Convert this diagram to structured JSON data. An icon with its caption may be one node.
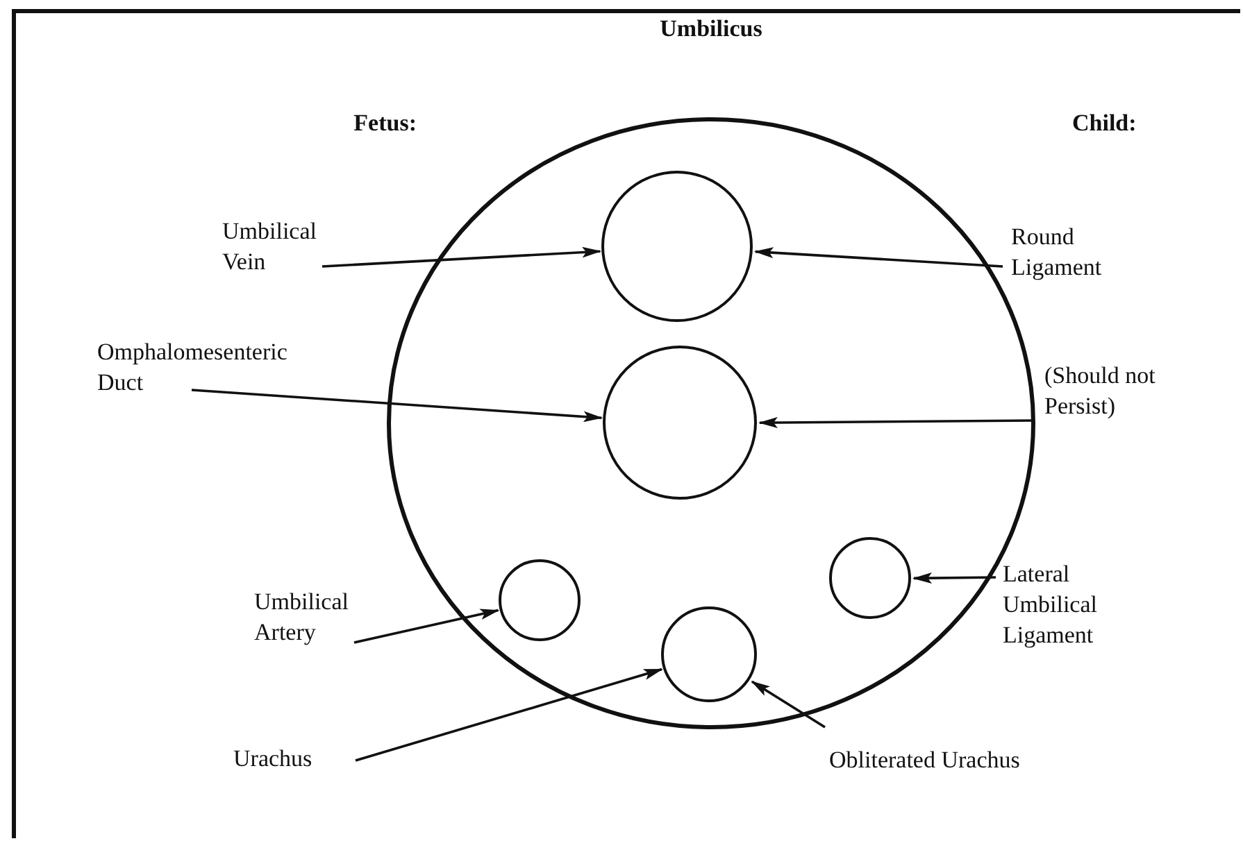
{
  "diagram": {
    "nodes": [
      {
        "text": [
          "Umbilicus"
        ]
      },
      {
        "text": [],
        "shape": "circle",
        "in": 0
      },
      {
        "text": [],
        "shape": "circle",
        "in": 0
      },
      {
        "text": [],
        "shape": "circle",
        "in": 0
      },
      {
        "text": [],
        "shape": "circle",
        "in": 0
      },
      {
        "text": [],
        "shape": "circle",
        "in": 0
      },
      {
        "text": [
          "Umbilical Vein"
        ]
      },
      {
        "text": [
          "Omphalomesenteric Duct"
        ]
      },
      {
        "text": [
          "Umbilical Artery"
        ]
      },
      {
        "text": [
          "Urachus"
        ]
      },
      {
        "text": [
          "Round Ligament"
        ]
      },
      {
        "text": [
          "(Should not Persist)"
        ]
      },
      {
        "text": [
          "Lateral Umbilical Ligament"
        ]
      },
      {
        "text": [
          "Obliterated Urachus"
        ]
      }
    ],
    "edges": [
      {
        "from": 6,
        "to": 1,
        "arrow": "to"
      },
      {
        "from": 7,
        "to": 2,
        "arrow": "to"
      },
      {
        "from": 8,
        "to": 3,
        "arrow": "to"
      },
      {
        "from": 9,
        "to": 4,
        "arrow": "to"
      },
      {
        "from": 10,
        "to": 1,
        "arrow": "to"
      },
      {
        "from": 11,
        "to": 2,
        "arrow": "to"
      },
      {
        "from": 12,
        "to": 5,
        "arrow": "to"
      },
      {
        "from": 13,
        "to": 4,
        "arrow": "to"
      }
    ],
    "labels": [
      "Fetus:",
      "Child:"
    ]
  }
}
